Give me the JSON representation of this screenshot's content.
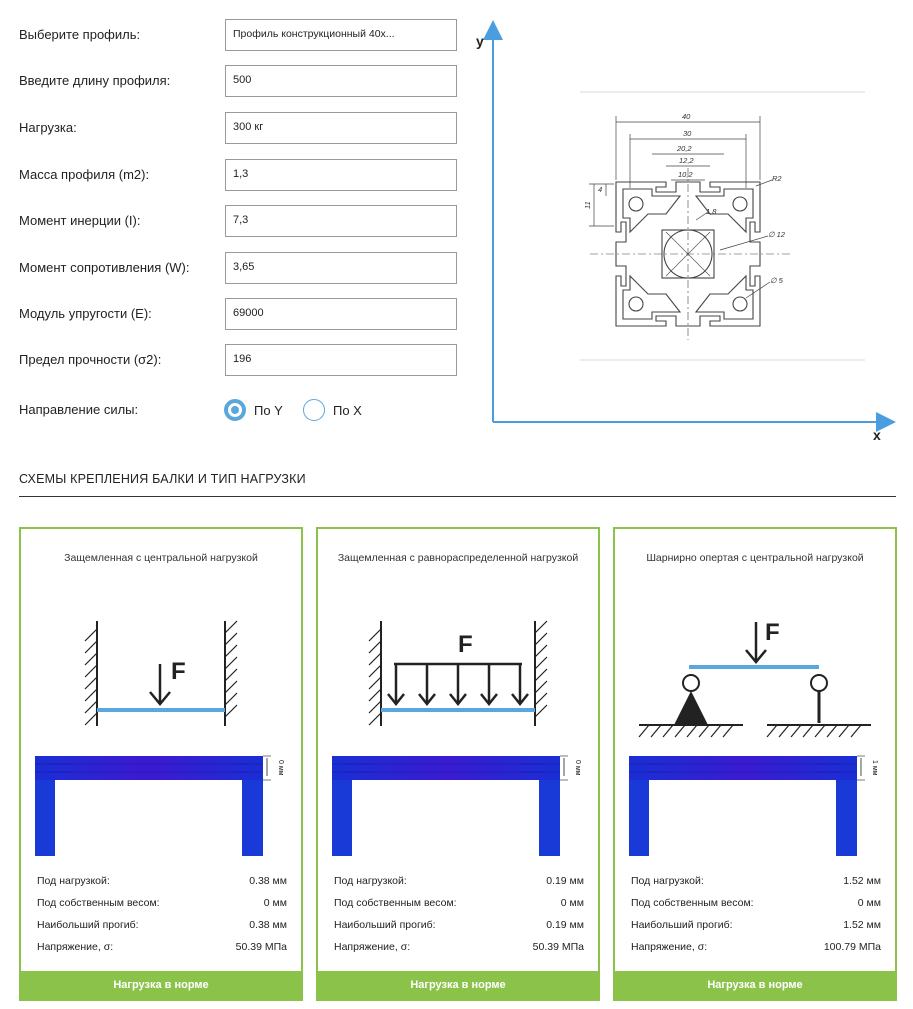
{
  "form": {
    "profile": {
      "label": "Выберите профиль:",
      "value": "Профиль конструкционный 40х..."
    },
    "length": {
      "label": "Введите длину профиля:",
      "value": "500"
    },
    "load": {
      "label": "Нагрузка:",
      "value": "300 кг"
    },
    "mass": {
      "label": "Масса профиля (m2):",
      "value": "1,3"
    },
    "inertia": {
      "label": "Момент инерции (I):",
      "value": "7,3"
    },
    "resistance": {
      "label": "Момент сопротивления (W):",
      "value": "3,65"
    },
    "modulus": {
      "label": "Модуль упругости (E):",
      "value": "69000"
    },
    "strength": {
      "label": "Предел прочности (σ2):",
      "value": "196"
    },
    "direction": {
      "label": "Направление силы:",
      "options": [
        {
          "label": "По Y",
          "selected": true
        },
        {
          "label": "По X",
          "selected": false
        }
      ]
    }
  },
  "drawing": {
    "axis_y": "y",
    "axis_x": "x",
    "dims": {
      "d40": "40",
      "d30": "30",
      "d20_2": "20,2",
      "d12_2": "12,2",
      "d10_2": "10,2",
      "d11": "11",
      "d4": "4",
      "r2": "R2",
      "phi12": "∅ 12",
      "phi5": "∅ 5",
      "d1_8": "1,8"
    }
  },
  "section": {
    "title": "СХЕМЫ КРЕПЛЕНИЯ БАЛКИ И ТИП НАГРУЗКИ"
  },
  "accent_color": "#8bc34a",
  "axis_color": "#4a9ee0",
  "cards": [
    {
      "title": "Защемленная с центральной нагрузкой",
      "force_label": "F",
      "deflection_label": "0 мм",
      "stats": [
        {
          "key": "Под нагрузкой:",
          "value": "0.38 мм"
        },
        {
          "key": "Под собственным весом:",
          "value": "0 мм"
        },
        {
          "key": "Наибольший прогиб:",
          "value": "0.38 мм"
        },
        {
          "key": "Напряжение, σ:",
          "value": "50.39 МПа"
        }
      ],
      "status": "Нагрузка в норме"
    },
    {
      "title": "Защемленная с равнораспределенной нагрузкой",
      "force_label": "F",
      "deflection_label": "0 мм",
      "stats": [
        {
          "key": "Под нагрузкой:",
          "value": "0.19 мм"
        },
        {
          "key": "Под собственным весом:",
          "value": "0 мм"
        },
        {
          "key": "Наибольший прогиб:",
          "value": "0.19 мм"
        },
        {
          "key": "Напряжение, σ:",
          "value": "50.39 МПа"
        }
      ],
      "status": "Нагрузка в норме"
    },
    {
      "title": "Шарнирно опертая с центральной нагрузкой",
      "force_label": "F",
      "deflection_label": "1 мм",
      "stats": [
        {
          "key": "Под нагрузкой:",
          "value": "1.52 мм"
        },
        {
          "key": "Под собственным весом:",
          "value": "0 мм"
        },
        {
          "key": "Наибольший прогиб:",
          "value": "1.52 мм"
        },
        {
          "key": "Напряжение, σ:",
          "value": "100.79 МПа"
        }
      ],
      "status": "Нагрузка в норме"
    }
  ]
}
